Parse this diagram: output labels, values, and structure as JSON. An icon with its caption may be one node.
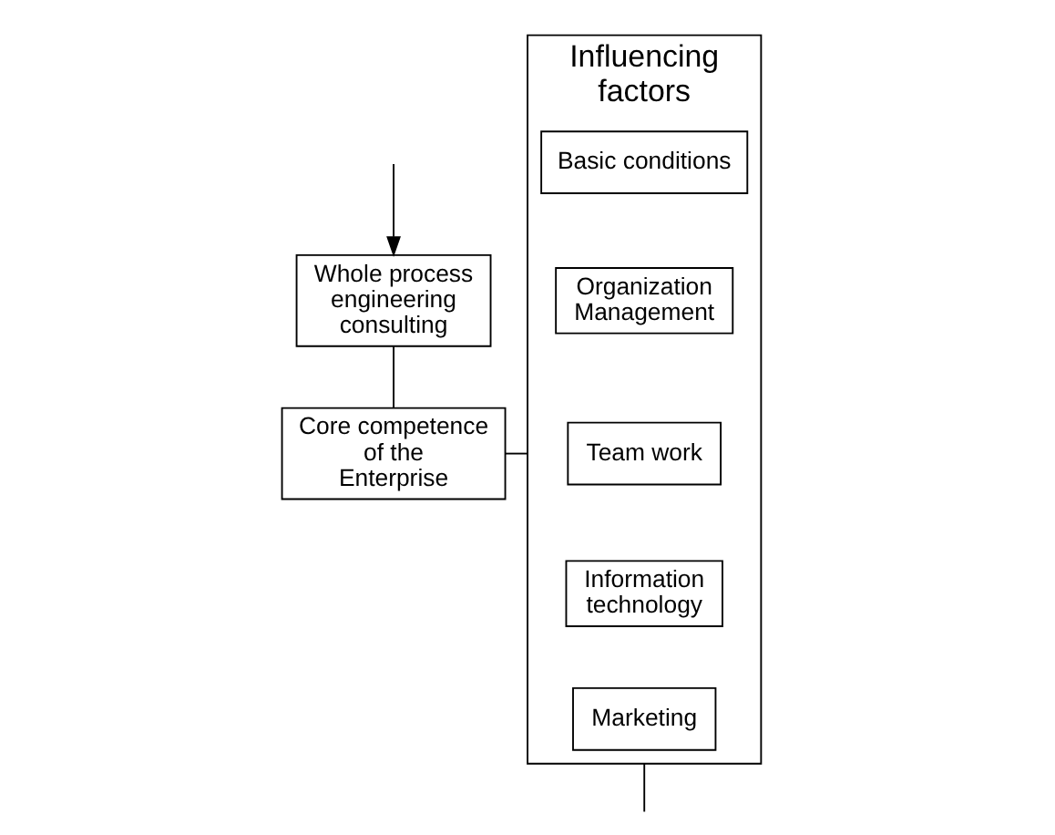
{
  "diagram": {
    "nodes": [
      {
        "text": [
          "Core competence of the Enterprise"
        ]
      },
      {
        "text": [
          "Whole process engineering consulting"
        ]
      },
      {
        "text": [
          "Influencing factors"
        ]
      },
      {
        "text": [
          "Basic conditions"
        ],
        "in": 2
      },
      {
        "text": [
          "Organization Management"
        ],
        "in": 2
      },
      {
        "text": [
          "Team work"
        ],
        "in": 2
      },
      {
        "text": [
          "Information technology"
        ],
        "in": 2
      },
      {
        "text": [
          "Marketing"
        ],
        "in": 2
      }
    ],
    "edges": [
      {
        "from": 1,
        "to": 0,
        "arrow": "none"
      },
      {
        "from": 2,
        "to": 0,
        "arrow": "none"
      },
      {
        "from": null,
        "to": 1,
        "arrow": "to"
      },
      {
        "from": 2,
        "to": null,
        "arrow": "none"
      }
    ]
  }
}
